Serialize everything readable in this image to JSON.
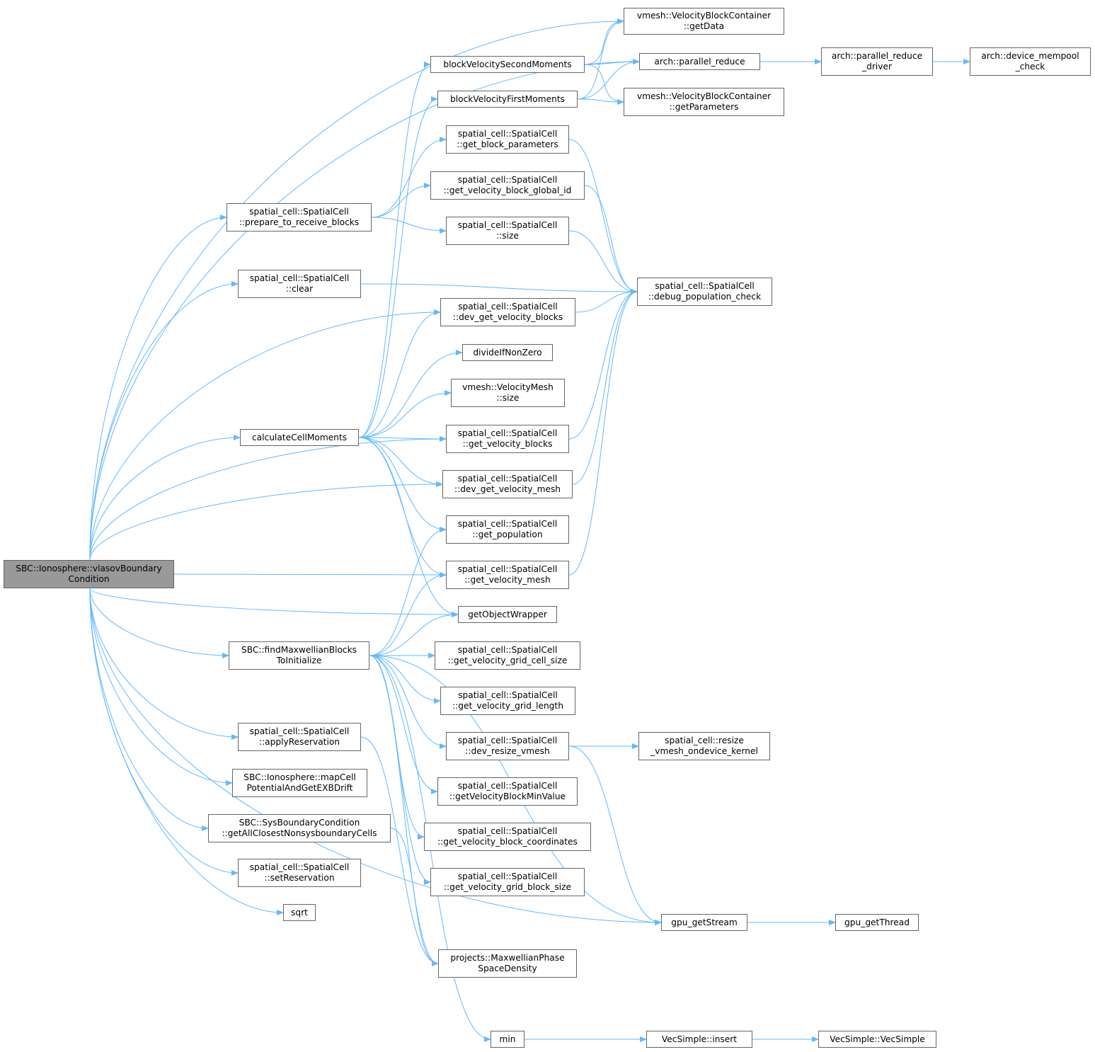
{
  "colors": {
    "edge": "#63b8ff",
    "node_border": "#666666",
    "root_fill": "#999999",
    "node_fill": "#ffffff"
  },
  "nodes": [
    {
      "id": "root",
      "label": "SBC::Ionosphere::vlasovBoundary\nCondition",
      "root": true
    },
    {
      "id": "getData",
      "label": "vmesh::VelocityBlockContainer\n::getData"
    },
    {
      "id": "parallel_reduce",
      "label": "arch::parallel_reduce"
    },
    {
      "id": "prd",
      "label": "arch::parallel_reduce\n_driver"
    },
    {
      "id": "mempool",
      "label": "arch::device_mempool\n_check"
    },
    {
      "id": "second",
      "label": "blockVelocitySecondMoments"
    },
    {
      "id": "first",
      "label": "blockVelocityFirstMoments"
    },
    {
      "id": "getParameters",
      "label": "vmesh::VelocityBlockContainer\n::getParameters"
    },
    {
      "id": "get_block_parameters",
      "label": "spatial_cell::SpatialCell\n::get_block_parameters"
    },
    {
      "id": "prepare",
      "label": "spatial_cell::SpatialCell\n::prepare_to_receive_blocks"
    },
    {
      "id": "global_id",
      "label": "spatial_cell::SpatialCell\n::get_velocity_block_global_id"
    },
    {
      "id": "sc_size",
      "label": "spatial_cell::SpatialCell\n::size"
    },
    {
      "id": "clear",
      "label": "spatial_cell::SpatialCell\n::clear"
    },
    {
      "id": "debug",
      "label": "spatial_cell::SpatialCell\n::debug_population_check"
    },
    {
      "id": "dev_blocks",
      "label": "spatial_cell::SpatialCell\n::dev_get_velocity_blocks"
    },
    {
      "id": "divide",
      "label": "divideIfNonZero"
    },
    {
      "id": "vm_size",
      "label": "vmesh::VelocityMesh\n::size"
    },
    {
      "id": "calc",
      "label": "calculateCellMoments"
    },
    {
      "id": "get_blocks",
      "label": "spatial_cell::SpatialCell\n::get_velocity_blocks"
    },
    {
      "id": "dev_mesh",
      "label": "spatial_cell::SpatialCell\n::dev_get_velocity_mesh"
    },
    {
      "id": "population",
      "label": "spatial_cell::SpatialCell\n::get_population"
    },
    {
      "id": "get_mesh",
      "label": "spatial_cell::SpatialCell\n::get_velocity_mesh"
    },
    {
      "id": "wrapper",
      "label": "getObjectWrapper"
    },
    {
      "id": "findmax",
      "label": "SBC::findMaxwellianBlocks\nToInitialize"
    },
    {
      "id": "grid_cell_size",
      "label": "spatial_cell::SpatialCell\n::get_velocity_grid_cell_size"
    },
    {
      "id": "grid_length",
      "label": "spatial_cell::SpatialCell\n::get_velocity_grid_length"
    },
    {
      "id": "applyRes",
      "label": "spatial_cell::SpatialCell\n::applyReservation"
    },
    {
      "id": "dev_resize",
      "label": "spatial_cell::SpatialCell\n::dev_resize_vmesh"
    },
    {
      "id": "resize_kernel",
      "label": "spatial_cell::resize\n_vmesh_ondevice_kernel"
    },
    {
      "id": "mapCell",
      "label": "SBC::Ionosphere::mapCell\nPotentialAndGetEXBDrift"
    },
    {
      "id": "minvalue",
      "label": "spatial_cell::SpatialCell\n::getVelocityBlockMinValue"
    },
    {
      "id": "getAll",
      "label": "SBC::SysBoundaryCondition\n::getAllClosestNonsysboundaryCells"
    },
    {
      "id": "coords",
      "label": "spatial_cell::SpatialCell\n::get_velocity_block_coordinates"
    },
    {
      "id": "setRes",
      "label": "spatial_cell::SpatialCell\n::setReservation"
    },
    {
      "id": "grid_block_size",
      "label": "spatial_cell::SpatialCell\n::get_velocity_grid_block_size"
    },
    {
      "id": "sqrt",
      "label": "sqrt"
    },
    {
      "id": "gpu_stream",
      "label": "gpu_getStream"
    },
    {
      "id": "gpu_thread",
      "label": "gpu_getThread"
    },
    {
      "id": "maxwellian",
      "label": "projects::MaxwellianPhase\nSpaceDensity"
    },
    {
      "id": "min",
      "label": "min"
    },
    {
      "id": "insert",
      "label": "VecSimple::insert"
    },
    {
      "id": "vecsimple",
      "label": "VecSimple::VecSimple"
    }
  ],
  "edges": [
    [
      "root",
      "getData"
    ],
    [
      "root",
      "parallel_reduce"
    ],
    [
      "root",
      "prepare"
    ],
    [
      "root",
      "clear"
    ],
    [
      "root",
      "dev_blocks"
    ],
    [
      "root",
      "calc"
    ],
    [
      "root",
      "get_blocks"
    ],
    [
      "root",
      "dev_mesh"
    ],
    [
      "root",
      "get_mesh"
    ],
    [
      "root",
      "wrapper"
    ],
    [
      "root",
      "findmax"
    ],
    [
      "root",
      "applyRes"
    ],
    [
      "root",
      "mapCell"
    ],
    [
      "root",
      "getAll"
    ],
    [
      "root",
      "setRes"
    ],
    [
      "root",
      "sqrt"
    ],
    [
      "root",
      "gpu_stream"
    ],
    [
      "parallel_reduce",
      "prd"
    ],
    [
      "prd",
      "mempool"
    ],
    [
      "second",
      "getData"
    ],
    [
      "second",
      "parallel_reduce"
    ],
    [
      "second",
      "getParameters"
    ],
    [
      "first",
      "getData"
    ],
    [
      "first",
      "parallel_reduce"
    ],
    [
      "first",
      "getParameters"
    ],
    [
      "prepare",
      "get_block_parameters"
    ],
    [
      "prepare",
      "global_id"
    ],
    [
      "prepare",
      "sc_size"
    ],
    [
      "get_block_parameters",
      "debug"
    ],
    [
      "global_id",
      "debug"
    ],
    [
      "sc_size",
      "debug"
    ],
    [
      "clear",
      "debug"
    ],
    [
      "dev_blocks",
      "debug"
    ],
    [
      "get_blocks",
      "debug"
    ],
    [
      "dev_mesh",
      "debug"
    ],
    [
      "get_mesh",
      "debug"
    ],
    [
      "calc",
      "second"
    ],
    [
      "calc",
      "first"
    ],
    [
      "calc",
      "dev_blocks"
    ],
    [
      "calc",
      "divide"
    ],
    [
      "calc",
      "vm_size"
    ],
    [
      "calc",
      "get_blocks"
    ],
    [
      "calc",
      "dev_mesh"
    ],
    [
      "calc",
      "population"
    ],
    [
      "calc",
      "get_mesh"
    ],
    [
      "calc",
      "wrapper"
    ],
    [
      "findmax",
      "population"
    ],
    [
      "findmax",
      "get_mesh"
    ],
    [
      "findmax",
      "wrapper"
    ],
    [
      "findmax",
      "grid_cell_size"
    ],
    [
      "findmax",
      "grid_length"
    ],
    [
      "findmax",
      "dev_resize"
    ],
    [
      "findmax",
      "minvalue"
    ],
    [
      "findmax",
      "coords"
    ],
    [
      "findmax",
      "grid_block_size"
    ],
    [
      "findmax",
      "maxwellian"
    ],
    [
      "findmax",
      "gpu_stream"
    ],
    [
      "findmax",
      "min"
    ],
    [
      "applyRes",
      "maxwellian"
    ],
    [
      "getAll",
      "maxwellian"
    ],
    [
      "dev_resize",
      "resize_kernel"
    ],
    [
      "dev_resize",
      "gpu_stream"
    ],
    [
      "gpu_stream",
      "gpu_thread"
    ],
    [
      "min",
      "insert"
    ],
    [
      "insert",
      "vecsimple"
    ]
  ]
}
